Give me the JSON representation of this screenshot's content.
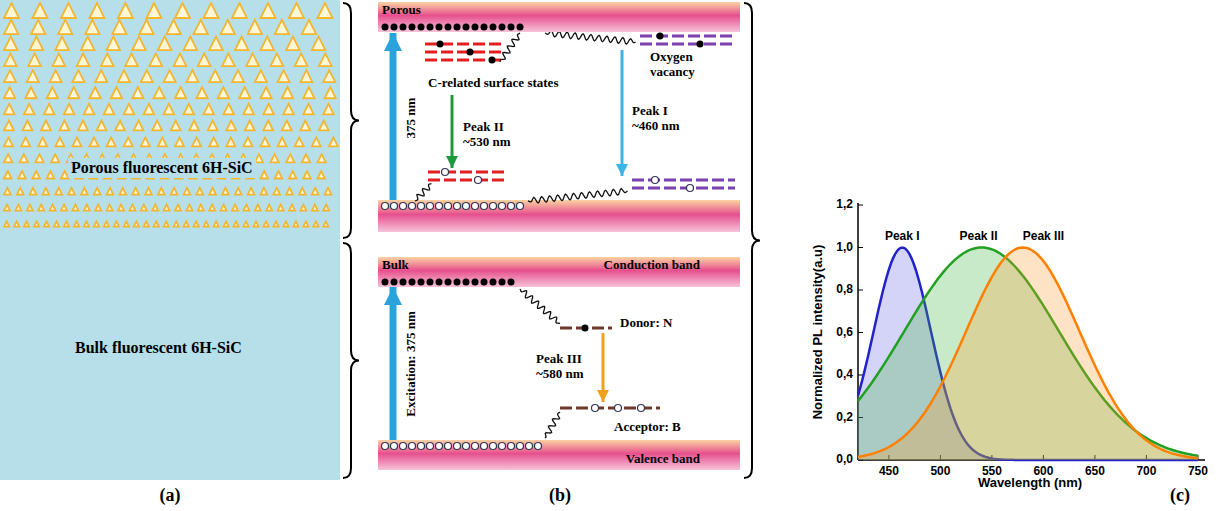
{
  "diagram": {
    "nodes": [
      {
        "text": [
          "Porous fluorescent 6H-SiC"
        ]
      },
      {
        "text": [
          "Bulk fluorescent 6H-SiC"
        ]
      },
      {
        "text": [
          "Porous"
        ]
      },
      {
        "text": [
          "Bulk",
          "Conduction band"
        ]
      },
      {
        "text": [
          "Valence band"
        ]
      }
    ],
    "edges": [
      {
        "from": 4,
        "to": 3,
        "arrow": "to",
        "label": "Excitation: 375 nm"
      }
    ],
    "labels": [
      "C-related surface states",
      "Oxygen vacancy",
      "375 nm",
      "Peak II ~530 nm",
      "Peak I ~460 nm",
      "Donor: N",
      "Peak III ~580 nm",
      "Acceptor: B",
      "(a)",
      "(b)",
      "(c)",
      "Normalized PL intensity(a.u)",
      "Wavelength (nm)",
      "0,0",
      "0,2",
      "0,4",
      "0,6",
      "0,8",
      "1,0",
      "1,2",
      "450",
      "500",
      "550",
      "600",
      "650",
      "700",
      "750",
      "Peak I",
      "Peak II",
      "Peak III"
    ]
  }
}
